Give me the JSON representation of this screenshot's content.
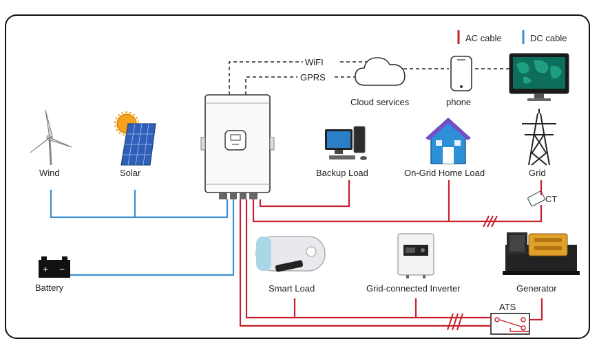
{
  "legend": {
    "ac": "AC cable",
    "dc": "DC cable"
  },
  "comms": {
    "wifi": "WiFI",
    "gprs": "GPRS"
  },
  "nodes": {
    "cloud": "Cloud services",
    "phone": "phone",
    "wind": "Wind",
    "solar": "Solar",
    "backup": "Backup Load",
    "home": "On-Grid Home Load",
    "grid": "Grid",
    "ct": "CT",
    "battery": "Battery",
    "smart": "Smart Load",
    "gridinv": "Grid-connected Inverter",
    "generator": "Generator",
    "ats": "ATS"
  },
  "battery_terminals": {
    "plus": "+",
    "minus": "−"
  },
  "colors": {
    "ac": "#c8202b",
    "dc": "#3a8fd0",
    "frame": "#111111",
    "comm": "#222222"
  }
}
